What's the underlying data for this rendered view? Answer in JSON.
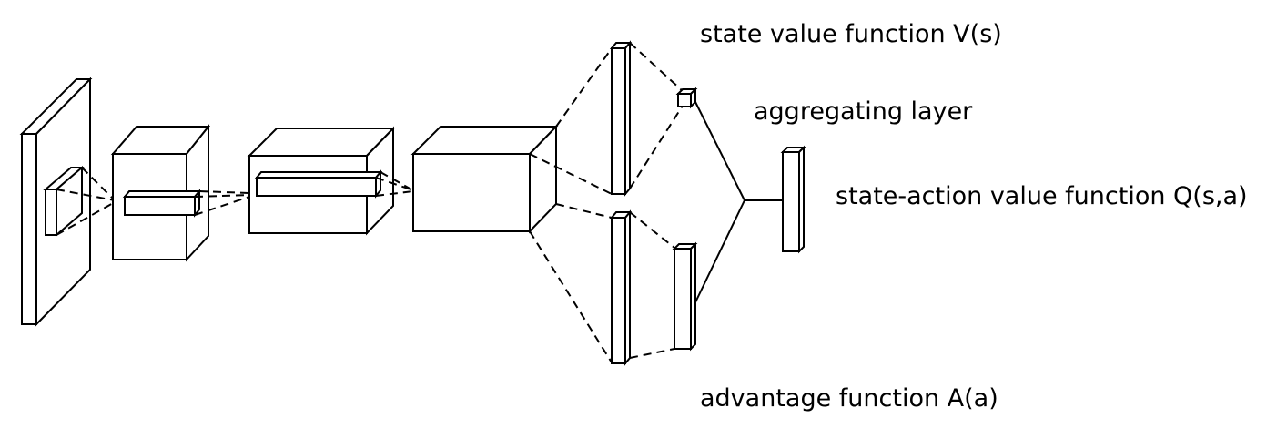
{
  "labels": {
    "state_value": "state value function  V(s)",
    "aggregating": "aggregating layer",
    "state_action": "state-action value function  Q(s,a)",
    "advantage": "advantage function  A(a)"
  },
  "colors": {
    "stroke": "#000000",
    "background": "#ffffff"
  }
}
